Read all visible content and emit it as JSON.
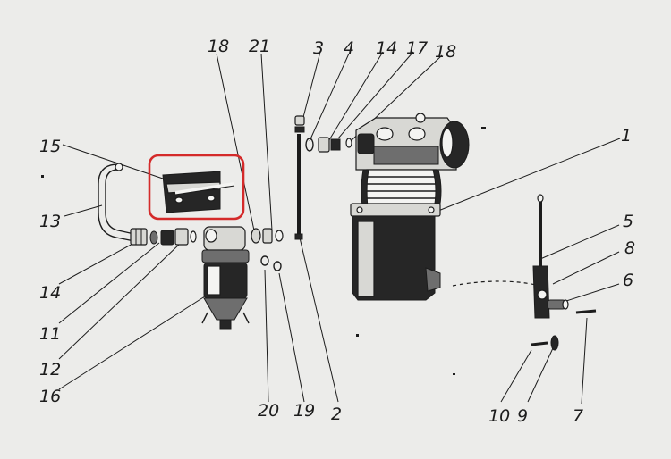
{
  "diagram": {
    "highlight_color": "#d42a2a",
    "ink_color": "#1c1c1c",
    "background_color": "#ececea",
    "callouts": [
      {
        "id": "c1",
        "label": "1"
      },
      {
        "id": "c2",
        "label": "2"
      },
      {
        "id": "c3",
        "label": "3"
      },
      {
        "id": "c4",
        "label": "4"
      },
      {
        "id": "c5",
        "label": "5"
      },
      {
        "id": "c6",
        "label": "6"
      },
      {
        "id": "c7",
        "label": "7"
      },
      {
        "id": "c8",
        "label": "8"
      },
      {
        "id": "c9",
        "label": "9"
      },
      {
        "id": "c10",
        "label": "10"
      },
      {
        "id": "c11",
        "label": "11"
      },
      {
        "id": "c12",
        "label": "12"
      },
      {
        "id": "c13",
        "label": "13"
      },
      {
        "id": "c14a",
        "label": "14"
      },
      {
        "id": "c14b",
        "label": "14"
      },
      {
        "id": "c15",
        "label": "15"
      },
      {
        "id": "c16",
        "label": "16"
      },
      {
        "id": "c17",
        "label": "17"
      },
      {
        "id": "c18a",
        "label": "18"
      },
      {
        "id": "c18b",
        "label": "18"
      },
      {
        "id": "c19",
        "label": "19"
      },
      {
        "id": "c20",
        "label": "20"
      },
      {
        "id": "c21",
        "label": "21"
      }
    ]
  }
}
